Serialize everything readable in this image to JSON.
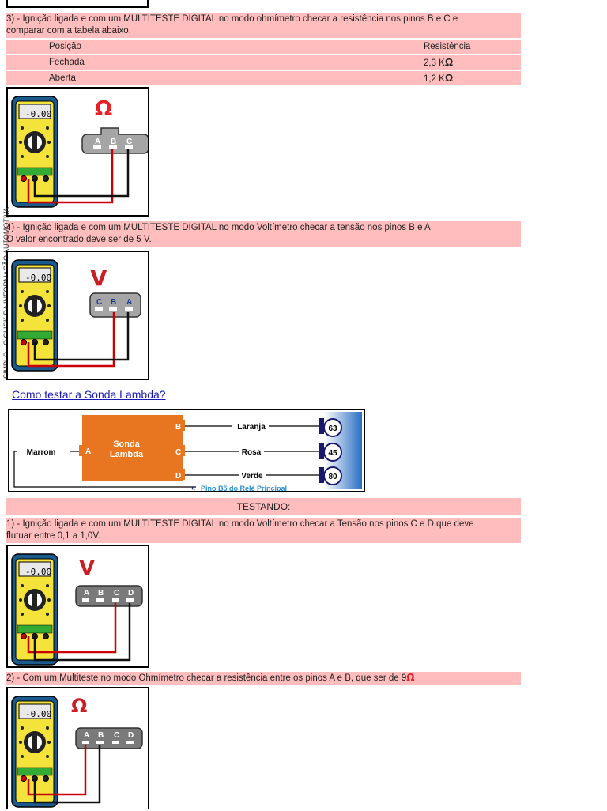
{
  "step3": {
    "line1": "3) - Ignição ligada e com um MULTITESTE DIGITAL no modo ohmímetro checar a resistência nos pinos B e C e",
    "line2": "comparar com a tabela abaixo."
  },
  "table": {
    "header": [
      "Posição",
      "Resistência"
    ],
    "rows": [
      {
        "pos": "Fechada",
        "val": "2,3 K",
        "unit": "Ω"
      },
      {
        "pos": "Aberta",
        "val": "1,2 K",
        "unit": "Ω"
      }
    ]
  },
  "diagram1": {
    "symbol": "Ω",
    "display": "-0.00",
    "pins": [
      "A",
      "B",
      "C"
    ]
  },
  "step4": {
    "line1": "4) - Ignição ligada e com um MULTITESTE DIGITAL no modo Voltímetro checar a tensão nos pinos B e A",
    "line2": "O valor encontrado deve ser de 5 V."
  },
  "diagram2": {
    "symbol": "V",
    "display": "-0.00",
    "pins": [
      "C",
      "B",
      "A"
    ]
  },
  "watermark": "SIMPLO - O CLICK DA INFORMAÇÃO AUTOMOTIVA",
  "lambda_link": "Como testar a Sonda Lambda?",
  "lambda": {
    "sensor_label_1": "Sonda",
    "sensor_label_2": "Lambda",
    "pins": [
      "A",
      "B",
      "C",
      "D"
    ],
    "wire_marrom": "Marrom",
    "wire_laranja": "Laranja",
    "wire_rosa": "Rosa",
    "wire_verde": "Verde",
    "terminals": [
      "63",
      "45",
      "80"
    ],
    "relay": "Pino B5 do Relé Principal"
  },
  "testing_title": "TESTANDO:",
  "test1": {
    "line1": "1) - Ignição ligada e com um MULTITESTE DIGITAL no modo Voltímetro checar a Tensão nos pinos  C e D que deve",
    "line2": "flutuar entre 0,1 a 1,0V."
  },
  "diagram3": {
    "symbol": "V",
    "display": "-0.00",
    "pins": [
      "A",
      "B",
      "C",
      "D"
    ]
  },
  "test2": {
    "text": "2) - Com um Multiteste no modo Ohmímetro checar a resistência entre os pinos A e B, que ser de 9",
    "unit": "Ω"
  },
  "diagram4": {
    "symbol": "Ω",
    "display": "-0.00",
    "pins": [
      "A",
      "B",
      "C",
      "D"
    ]
  }
}
